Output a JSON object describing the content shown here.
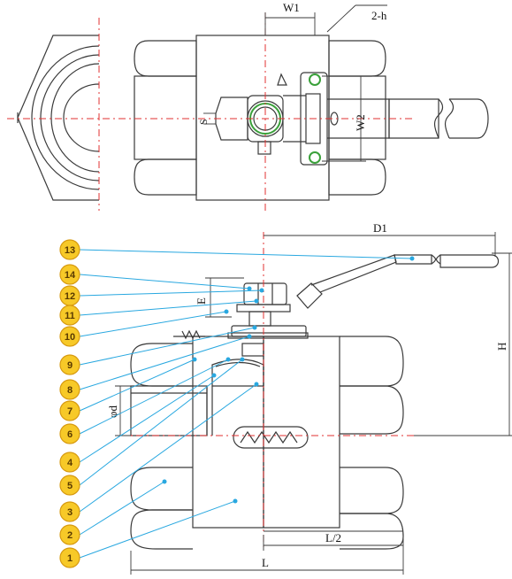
{
  "dimensions": {
    "w1": "W1",
    "w2": "W2",
    "s": "S",
    "two_h": "2-h",
    "d1": "D1",
    "e": "E",
    "h": "H",
    "phi_d": "φd",
    "l": "L",
    "l_half": "L/2"
  },
  "balloons": [
    "13",
    "14",
    "12",
    "11",
    "10",
    "9",
    "8",
    "7",
    "6",
    "4",
    "5",
    "3",
    "2",
    "1"
  ],
  "colors": {
    "outline": "#3a3a3a",
    "centerline": "#e03030",
    "leader": "#29a8e0",
    "balloon_fill": "#f7c928",
    "balloon_edge": "#d79a10",
    "bolt_ring": "#3aa03a"
  }
}
